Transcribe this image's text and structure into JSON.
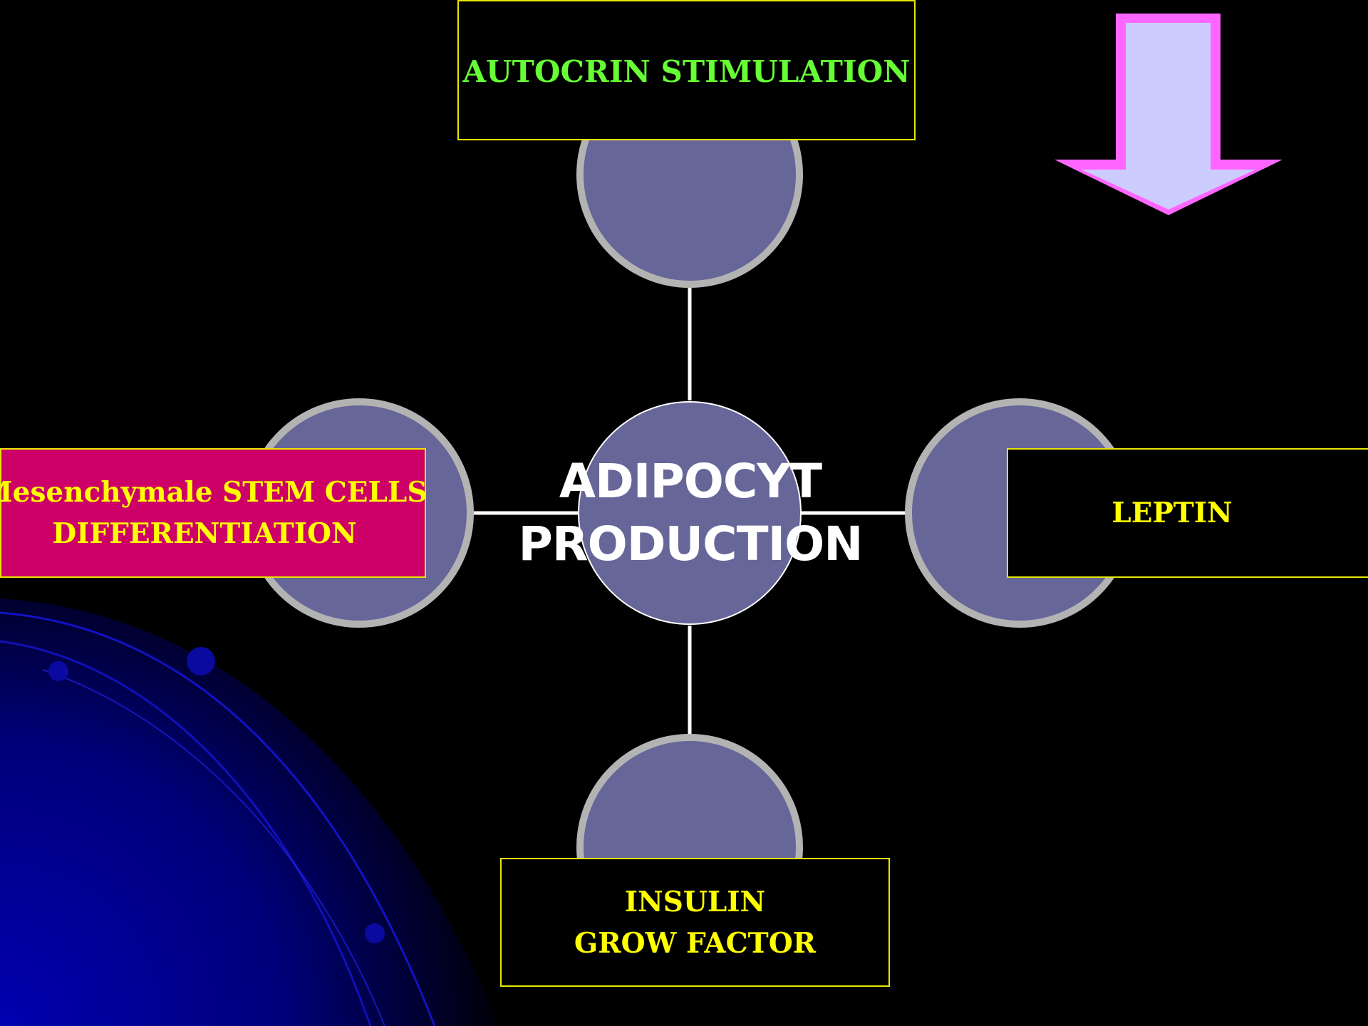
{
  "center": {
    "line1": "ADIPOCYT",
    "line2": "PRODUCTION"
  },
  "top_box": {
    "text": "AUTOCRIN STIMULATION"
  },
  "left_box": {
    "line1": "Mesenchymale STEM CELLS",
    "line2": "DIFFERENTIATION"
  },
  "right_box": {
    "text": "LEPTIN"
  },
  "bottom_box": {
    "line1": "INSULIN",
    "line2": "GROW FACTOR"
  },
  "icons": {
    "arrow": "down-arrow-icon"
  },
  "colors": {
    "background": "#000000",
    "circle_fill": "#666699",
    "circle_ring": "#b3b3b3",
    "box_border": "#e6e600",
    "top_text": "#66ff33",
    "label_text": "#ffff00",
    "left_box_fill": "#cc0066",
    "arrow_fill": "#ccccff",
    "arrow_border": "#ff66ff"
  }
}
